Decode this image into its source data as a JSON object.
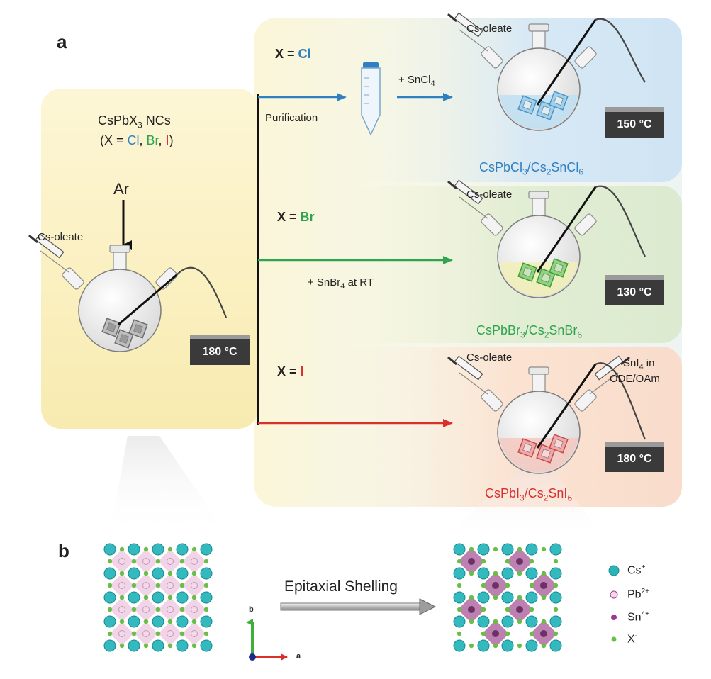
{
  "panel_a": {
    "label": "a",
    "start": {
      "title_main": "CsPbX",
      "title_sub": "3",
      "title_rest": " NCs",
      "x_open": "(X = ",
      "x_cl": "Cl",
      "x_sep1": ", ",
      "x_br": "Br",
      "x_sep2": ", ",
      "x_i": "I",
      "x_close": ")",
      "gas": "Ar",
      "precursor": "Cs-oleate",
      "temperature": "180 °C"
    },
    "routes": {
      "cl": {
        "x_prefix": "X = ",
        "x_value": "Cl",
        "step": "Purification",
        "reagent_main": "+ SnCl",
        "reagent_sub": "4",
        "precursor": "Cs-oleate",
        "temperature": "150 °C",
        "product_a": "CsPbCl",
        "product_a_sub": "3",
        "product_b": "/Cs",
        "product_b_sub": "2",
        "product_c": "SnCl",
        "product_c_sub": "6"
      },
      "br": {
        "x_prefix": "X = ",
        "x_value": "Br",
        "reagent_main": "+ SnBr",
        "reagent_sub": "4",
        "reagent_rest": " at RT",
        "precursor": "Cs-oleate",
        "temperature": "130 °C",
        "product_a": "CsPbBr",
        "product_a_sub": "3",
        "product_b": "/Cs",
        "product_b_sub": "2",
        "product_c": "SnBr",
        "product_c_sub": "6"
      },
      "i": {
        "x_prefix": "X = ",
        "x_value": "I",
        "precursor": "Cs-oleate",
        "injection_main": "SnI",
        "injection_sub": "4",
        "injection_rest": " in",
        "injection_solvent": "ODE/OAm",
        "temperature": "180 °C",
        "product_a": "CsPbI",
        "product_a_sub": "3",
        "product_b": "/Cs",
        "product_b_sub": "2",
        "product_c": "SnI",
        "product_c_sub": "6"
      }
    }
  },
  "panel_b": {
    "label": "b",
    "process": "Epitaxial Shelling",
    "axis_b": "b",
    "axis_a": "a",
    "legend": [
      {
        "label": "Cs",
        "sup": "+",
        "color": "#2bb3b8"
      },
      {
        "label": "Pb",
        "sup": "2+",
        "color": "#e8b9d8"
      },
      {
        "label": "Sn",
        "sup": "4+",
        "color": "#9b3a8e"
      },
      {
        "label": "X",
        "sup": "-",
        "color": "#6abd45"
      }
    ]
  },
  "colors": {
    "cl": "#2f7fc1",
    "br": "#2ea44f",
    "i": "#d9302c",
    "start_panel": "#fbf0bf",
    "cl_panel": "#d5e8f5",
    "br_panel": "#e0edd2",
    "i_panel": "#fbe0cf"
  }
}
